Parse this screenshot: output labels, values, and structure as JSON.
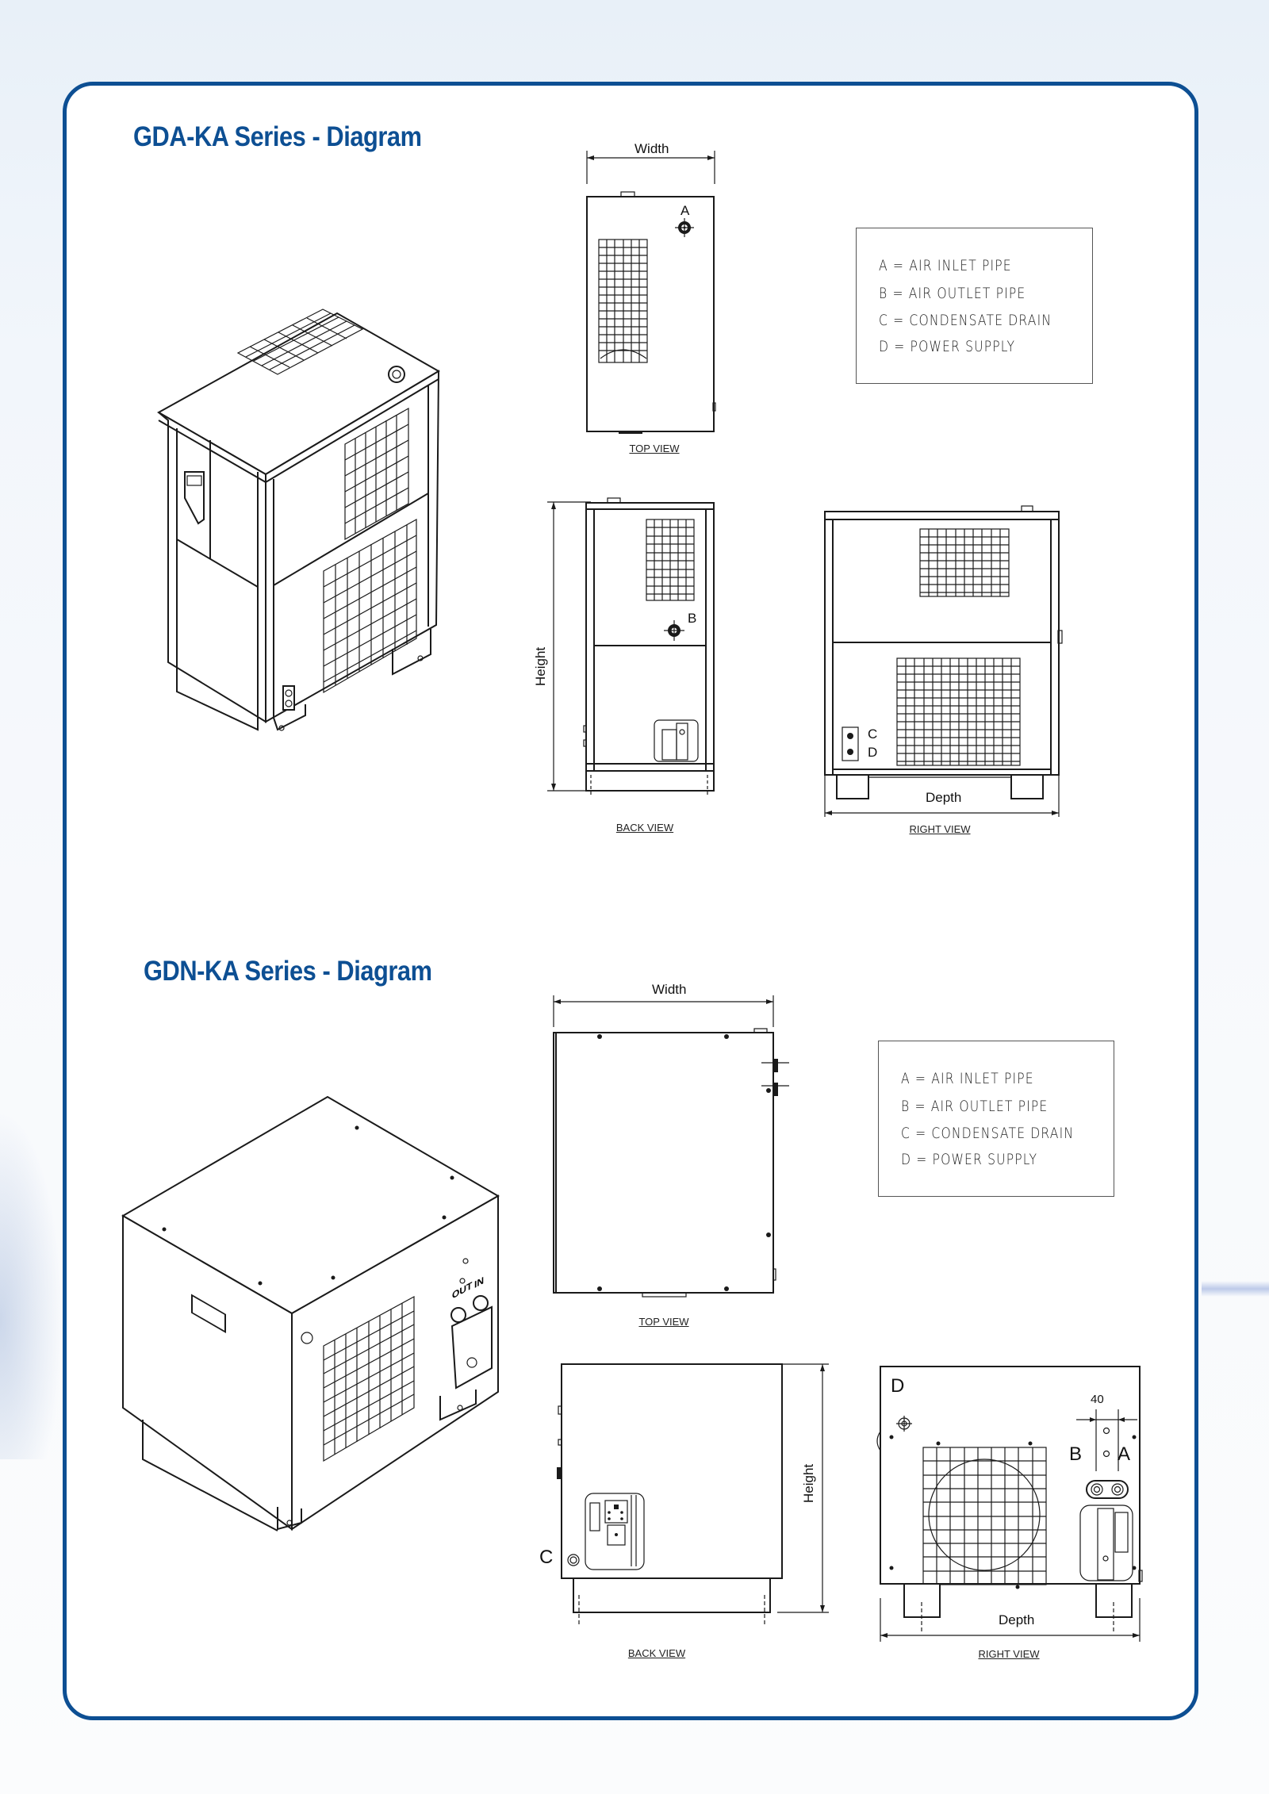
{
  "sections": [
    {
      "id": "gda-ka",
      "title": "GDA-KA Series - Diagram",
      "views": {
        "top": {
          "caption": "TOP VIEW",
          "dimension": "Width",
          "port": "A"
        },
        "back": {
          "caption": "BACK VIEW",
          "dimension": "Height",
          "port": "B"
        },
        "right": {
          "caption": "RIGHT VIEW",
          "dimension": "Depth",
          "ports": [
            "C",
            "D"
          ]
        }
      },
      "legend": [
        "A = AIR INLET PIPE",
        "B = AIR OUTLET PIPE",
        "C = CONDENSATE DRAIN",
        "D = POWER SUPPLY"
      ]
    },
    {
      "id": "gdn-ka",
      "title": "GDN-KA Series - Diagram",
      "views": {
        "top": {
          "caption": "TOP VIEW",
          "dimension": "Width"
        },
        "back": {
          "caption": "BACK VIEW",
          "dimension": "Height",
          "port": "C"
        },
        "right": {
          "caption": "RIGHT VIEW",
          "dimension": "Depth",
          "ports": [
            "D",
            "B",
            "A"
          ],
          "spacing_label": "40"
        }
      },
      "legend": [
        "A = AIR INLET PIPE",
        "B = AIR OUTLET PIPE",
        "C = CONDENSATE DRAIN",
        "D = POWER SUPPLY"
      ],
      "iso_labels": [
        "OUT",
        "IN"
      ]
    }
  ],
  "colors": {
    "accent": "#0d4f93",
    "frame_fill": "#ffffff",
    "line": "#1a1a1a"
  }
}
